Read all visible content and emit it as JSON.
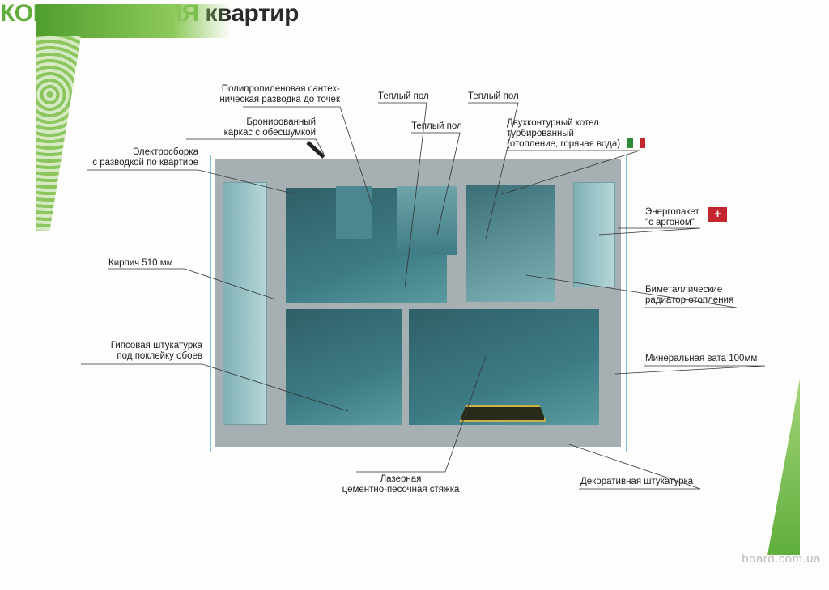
{
  "title": {
    "highlight": "КОМПЛЕКТАЦИЯ",
    "rest": "квартир"
  },
  "labels": {
    "plumbing": [
      "Полипропиленовая сантех-",
      "ническая разводка до точек"
    ],
    "warm_floor_1": "Теплый пол",
    "warm_floor_2": "Теплый пол",
    "warm_floor_3": "Теплый пол",
    "armored_frame": [
      "Бронированный",
      "каркас с обесшумкой"
    ],
    "boiler": [
      "Двухконтурный котел",
      "турбированный",
      "(отопление, горячая вода)"
    ],
    "electrical": [
      "Электросборка",
      "с разводкой по квартире"
    ],
    "windows": [
      "Энергопакет",
      "\"с аргоном\""
    ],
    "brick": "Кирпич 510 мм",
    "radiators": [
      "Биметаллические",
      "радиатор отопления"
    ],
    "plaster": [
      "Гипсовая штукатурка",
      "под поклейку обоев"
    ],
    "mineral_wool": "Минеральная вата 100мм",
    "screed": [
      "Лазерная",
      "цементно-песочная стяжка"
    ],
    "decorative_plaster": "Декоративная штукатурка"
  },
  "icons": {
    "italy_flag": "italy-flag-icon",
    "swiss_flag": "swiss-flag-icon"
  },
  "colors": {
    "accent_green": "#5fae3c",
    "italy_green": "#2e8b3a",
    "italy_red": "#c4262e",
    "swiss_red": "#c4262e"
  },
  "watermark": "board.com.ua"
}
